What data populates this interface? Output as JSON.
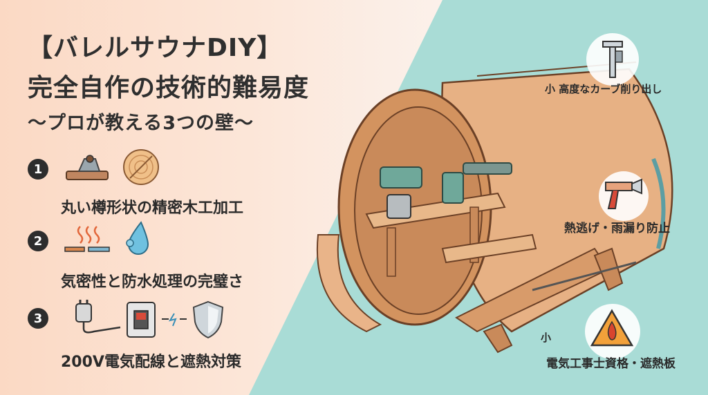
{
  "title": {
    "line1": "【バレルサウナDIY】",
    "line2": "完全自作の技術的難易度",
    "line3": "～プロが教える3つの壁～"
  },
  "items": [
    {
      "number": "1",
      "label": "丸い樽形状の精密木工加工",
      "icons": [
        "plane-icon",
        "wood-log-icon"
      ]
    },
    {
      "number": "2",
      "label": "気密性と防水処理の完璧さ",
      "icons": [
        "heat-seal-icon",
        "water-drop-icon"
      ]
    },
    {
      "number": "3",
      "label": "200V電気配線と遮熱対策",
      "icons": [
        "plug-icon",
        "breaker-icon",
        "shield-icon"
      ]
    }
  ],
  "callouts": [
    {
      "text": "小 高度なカーブ削り出し",
      "icon": "caliper-icon"
    },
    {
      "text": "熱逃げ・雨漏り防止",
      "icon": "caulk-gun-icon"
    },
    {
      "prefix": "小",
      "text": "電気工事士資格・遮熱板",
      "icon": "fire-warning-icon"
    }
  ],
  "colors": {
    "background_left": "#fbd9c4",
    "background_right": "#a9dcd6",
    "wood": "#e4a77a",
    "wood_dark": "#b8744a",
    "badge": "#2d2d2d"
  }
}
